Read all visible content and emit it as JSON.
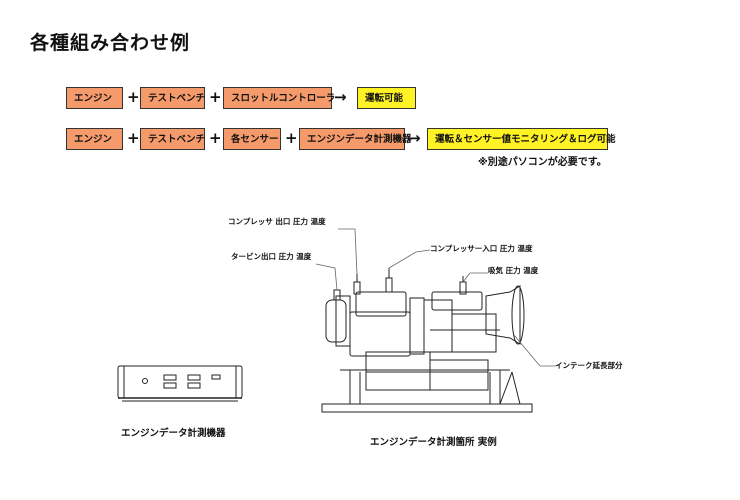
{
  "page_title": "各種組み合わせ例",
  "row1": {
    "engine": "エンジン",
    "plus": "+",
    "bench": "テストベンチ",
    "throttle": "スロットルコントローラー",
    "arrow": "→",
    "result": "運転可能"
  },
  "row2": {
    "engine": "エンジン",
    "plus": "+",
    "bench": "テストベンチ",
    "sensors": "各センサー",
    "device": "エンジンデータ計測機器",
    "arrow": "→",
    "result": "運転＆センサー値モニタリング＆ログ可能"
  },
  "note": "※別途パソコンが必要です。",
  "device_caption": "エンジンデータ計測機器",
  "engine_caption": "エンジンデータ計測箇所 実例",
  "callouts": {
    "compressor_out": "コンプレッサ 出口 圧力 温度",
    "turbine_out": "タービン出口 圧力 温度",
    "compressor_in": "コンプレッサー入口 圧力 温度",
    "intake": "吸気 圧力 温度",
    "extension": "インテーク延長部分"
  },
  "colors": {
    "orange": "#f59a6a",
    "yellow": "#fff225"
  }
}
